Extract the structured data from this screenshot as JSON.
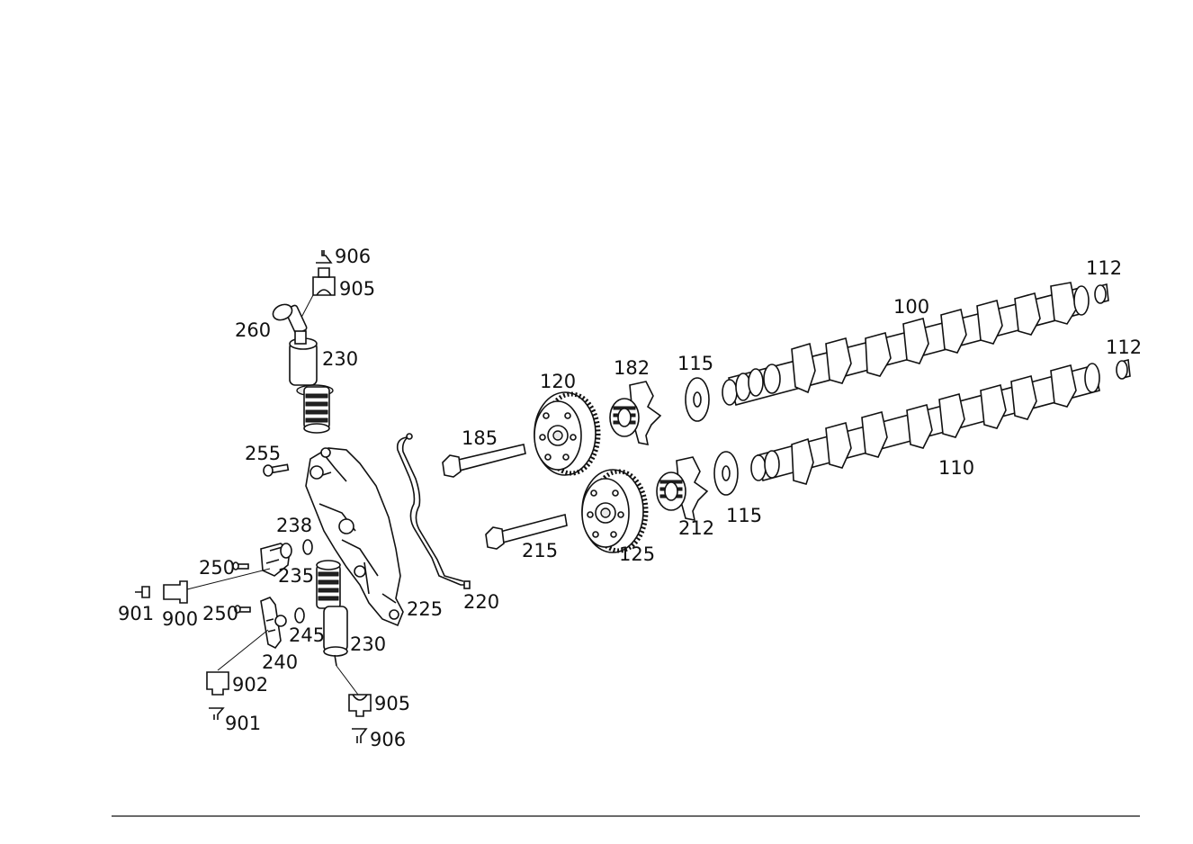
{
  "labels": {
    "p906_top": "906",
    "p905_top": "905",
    "p260": "260",
    "p230_top": "230",
    "p255": "255",
    "p238": "238",
    "p250_a": "250",
    "p235": "235",
    "p901_left": "901",
    "p900": "900",
    "p250_b": "250",
    "p245": "245",
    "p240": "240",
    "p230_bottom": "230",
    "p225": "225",
    "p220": "220",
    "p902": "902",
    "p901_bottom": "901",
    "p905_bottom": "905",
    "p906_bottom": "906",
    "p185": "185",
    "p215": "215",
    "p120": "120",
    "p125": "125",
    "p182": "182",
    "p212": "212",
    "p115_top": "115",
    "p115_bottom": "115",
    "p100": "100",
    "p110": "110",
    "p112_top": "112",
    "p112_bottom": "112"
  }
}
